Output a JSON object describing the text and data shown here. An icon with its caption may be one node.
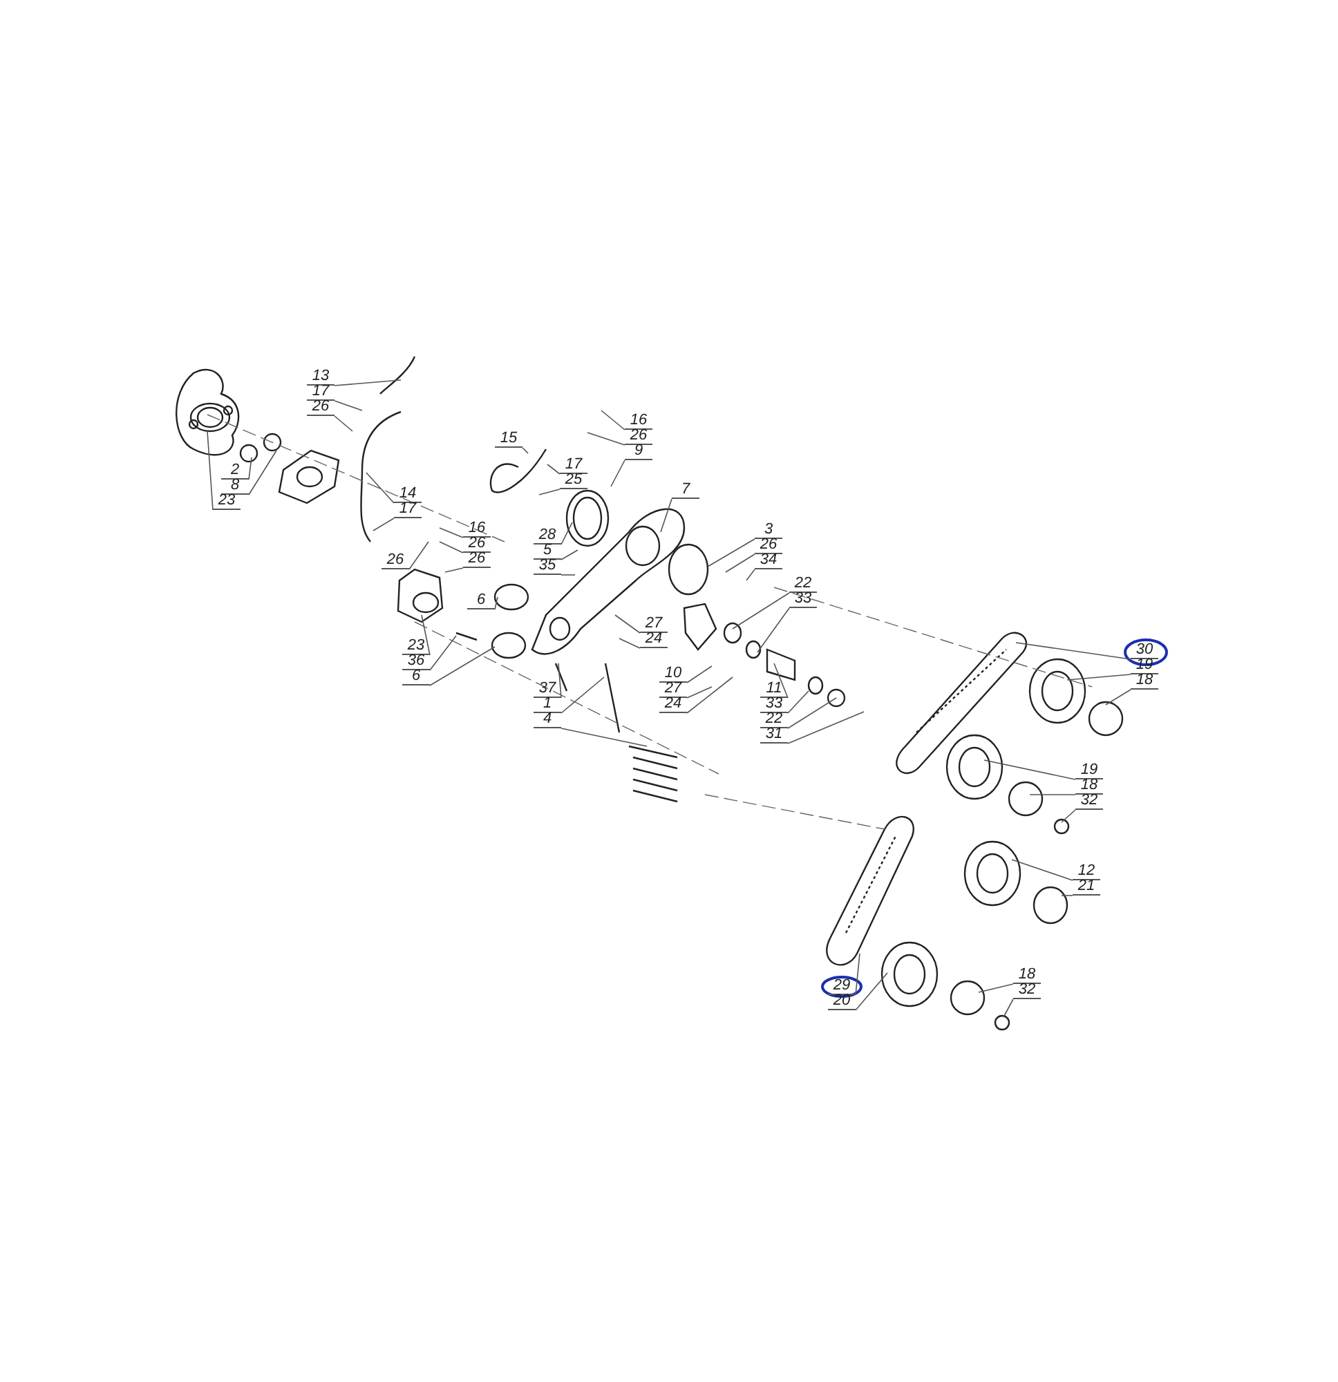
{
  "diagram": {
    "nodes": [
      {
        "text": [
          "13"
        ]
      },
      {
        "text": [
          "17"
        ]
      },
      {
        "text": [
          "26"
        ]
      },
      {
        "text": [
          "2"
        ]
      },
      {
        "text": [
          "8"
        ]
      },
      {
        "text": [
          "23"
        ]
      },
      {
        "text": [
          "14"
        ]
      },
      {
        "text": [
          "17"
        ]
      },
      {
        "text": [
          "26"
        ]
      },
      {
        "text": [
          "16"
        ]
      },
      {
        "text": [
          "26"
        ]
      },
      {
        "text": [
          "26"
        ]
      },
      {
        "text": [
          "28"
        ]
      },
      {
        "text": [
          "5"
        ]
      },
      {
        "text": [
          "35"
        ]
      },
      {
        "text": [
          "15"
        ]
      },
      {
        "text": [
          "17"
        ]
      },
      {
        "text": [
          "25"
        ]
      },
      {
        "text": [
          "16"
        ]
      },
      {
        "text": [
          "26"
        ]
      },
      {
        "text": [
          "9"
        ]
      },
      {
        "text": [
          "7"
        ]
      },
      {
        "text": [
          "3"
        ]
      },
      {
        "text": [
          "26"
        ]
      },
      {
        "text": [
          "34"
        ]
      },
      {
        "text": [
          "22"
        ]
      },
      {
        "text": [
          "33"
        ]
      },
      {
        "text": [
          "6"
        ]
      },
      {
        "text": [
          "23"
        ]
      },
      {
        "text": [
          "36"
        ]
      },
      {
        "text": [
          "6"
        ]
      },
      {
        "text": [
          "27"
        ]
      },
      {
        "text": [
          "24"
        ]
      },
      {
        "text": [
          "37"
        ]
      },
      {
        "text": [
          "1"
        ]
      },
      {
        "text": [
          "4"
        ]
      },
      {
        "text": [
          "10"
        ]
      },
      {
        "text": [
          "27"
        ]
      },
      {
        "text": [
          "24"
        ]
      },
      {
        "text": [
          "11"
        ]
      },
      {
        "text": [
          "33"
        ]
      },
      {
        "text": [
          "22"
        ]
      },
      {
        "text": [
          "31"
        ]
      },
      {
        "text": [
          "30"
        ]
      },
      {
        "text": [
          "19"
        ]
      },
      {
        "text": [
          "18"
        ]
      },
      {
        "text": [
          "19"
        ]
      },
      {
        "text": [
          "18"
        ]
      },
      {
        "text": [
          "32"
        ]
      },
      {
        "text": [
          "12"
        ]
      },
      {
        "text": [
          "21"
        ]
      },
      {
        "text": [
          "29"
        ]
      },
      {
        "text": [
          "20"
        ]
      },
      {
        "text": [
          "18"
        ]
      },
      {
        "text": [
          "32"
        ]
      }
    ],
    "edges": [
      {
        "from": 0,
        "to": null,
        "arrow": "none"
      },
      {
        "from": 1,
        "to": null,
        "arrow": "none"
      },
      {
        "from": 2,
        "to": null,
        "arrow": "none"
      },
      {
        "from": 3,
        "to": null,
        "arrow": "none"
      },
      {
        "from": 4,
        "to": null,
        "arrow": "none"
      },
      {
        "from": 5,
        "to": null,
        "arrow": "none"
      },
      {
        "from": 6,
        "to": null,
        "arrow": "none"
      },
      {
        "from": 7,
        "to": null,
        "arrow": "none"
      },
      {
        "from": 8,
        "to": null,
        "arrow": "none"
      },
      {
        "from": 9,
        "to": null,
        "arrow": "none"
      },
      {
        "from": 10,
        "to": null,
        "arrow": "none"
      },
      {
        "from": 11,
        "to": null,
        "arrow": "none"
      },
      {
        "from": 12,
        "to": null,
        "arrow": "none"
      },
      {
        "from": 13,
        "to": null,
        "arrow": "none"
      },
      {
        "from": 14,
        "to": null,
        "arrow": "none"
      },
      {
        "from": 15,
        "to": null,
        "arrow": "none"
      },
      {
        "from": 16,
        "to": null,
        "arrow": "none"
      },
      {
        "from": 17,
        "to": null,
        "arrow": "none"
      },
      {
        "from": 18,
        "to": null,
        "arrow": "none"
      },
      {
        "from": 19,
        "to": null,
        "arrow": "none"
      },
      {
        "from": 20,
        "to": null,
        "arrow": "none"
      },
      {
        "from": 21,
        "to": null,
        "arrow": "none"
      },
      {
        "from": 22,
        "to": null,
        "arrow": "none"
      },
      {
        "from": 23,
        "to": null,
        "arrow": "none"
      },
      {
        "from": 24,
        "to": null,
        "arrow": "none"
      },
      {
        "from": 25,
        "to": null,
        "arrow": "none"
      },
      {
        "from": 26,
        "to": null,
        "arrow": "none"
      },
      {
        "from": 27,
        "to": null,
        "arrow": "none"
      },
      {
        "from": 28,
        "to": null,
        "arrow": "none"
      },
      {
        "from": 29,
        "to": null,
        "arrow": "none"
      },
      {
        "from": 30,
        "to": null,
        "arrow": "none"
      },
      {
        "from": 31,
        "to": null,
        "arrow": "none"
      },
      {
        "from": 32,
        "to": null,
        "arrow": "none"
      },
      {
        "from": 33,
        "to": null,
        "arrow": "none"
      },
      {
        "from": 34,
        "to": null,
        "arrow": "none"
      },
      {
        "from": 35,
        "to": null,
        "arrow": "none"
      },
      {
        "from": 36,
        "to": null,
        "arrow": "none"
      },
      {
        "from": 37,
        "to": null,
        "arrow": "none"
      },
      {
        "from": 38,
        "to": null,
        "arrow": "none"
      },
      {
        "from": 39,
        "to": null,
        "arrow": "none"
      },
      {
        "from": 40,
        "to": null,
        "arrow": "none"
      },
      {
        "from": 41,
        "to": null,
        "arrow": "none"
      },
      {
        "from": 42,
        "to": null,
        "arrow": "none"
      },
      {
        "from": 43,
        "to": null,
        "arrow": "none"
      },
      {
        "from": 44,
        "to": null,
        "arrow": "none"
      },
      {
        "from": 45,
        "to": null,
        "arrow": "none"
      },
      {
        "from": 46,
        "to": null,
        "arrow": "none"
      },
      {
        "from": 47,
        "to": null,
        "arrow": "none"
      },
      {
        "from": 48,
        "to": null,
        "arrow": "none"
      },
      {
        "from": 49,
        "to": null,
        "arrow": "none"
      },
      {
        "from": 50,
        "to": null,
        "arrow": "none"
      },
      {
        "from": 51,
        "to": null,
        "arrow": "none"
      },
      {
        "from": 52,
        "to": null,
        "arrow": "none"
      },
      {
        "from": 53,
        "to": null,
        "arrow": "none"
      },
      {
        "from": 54,
        "to": null,
        "arrow": "none"
      }
    ]
  }
}
